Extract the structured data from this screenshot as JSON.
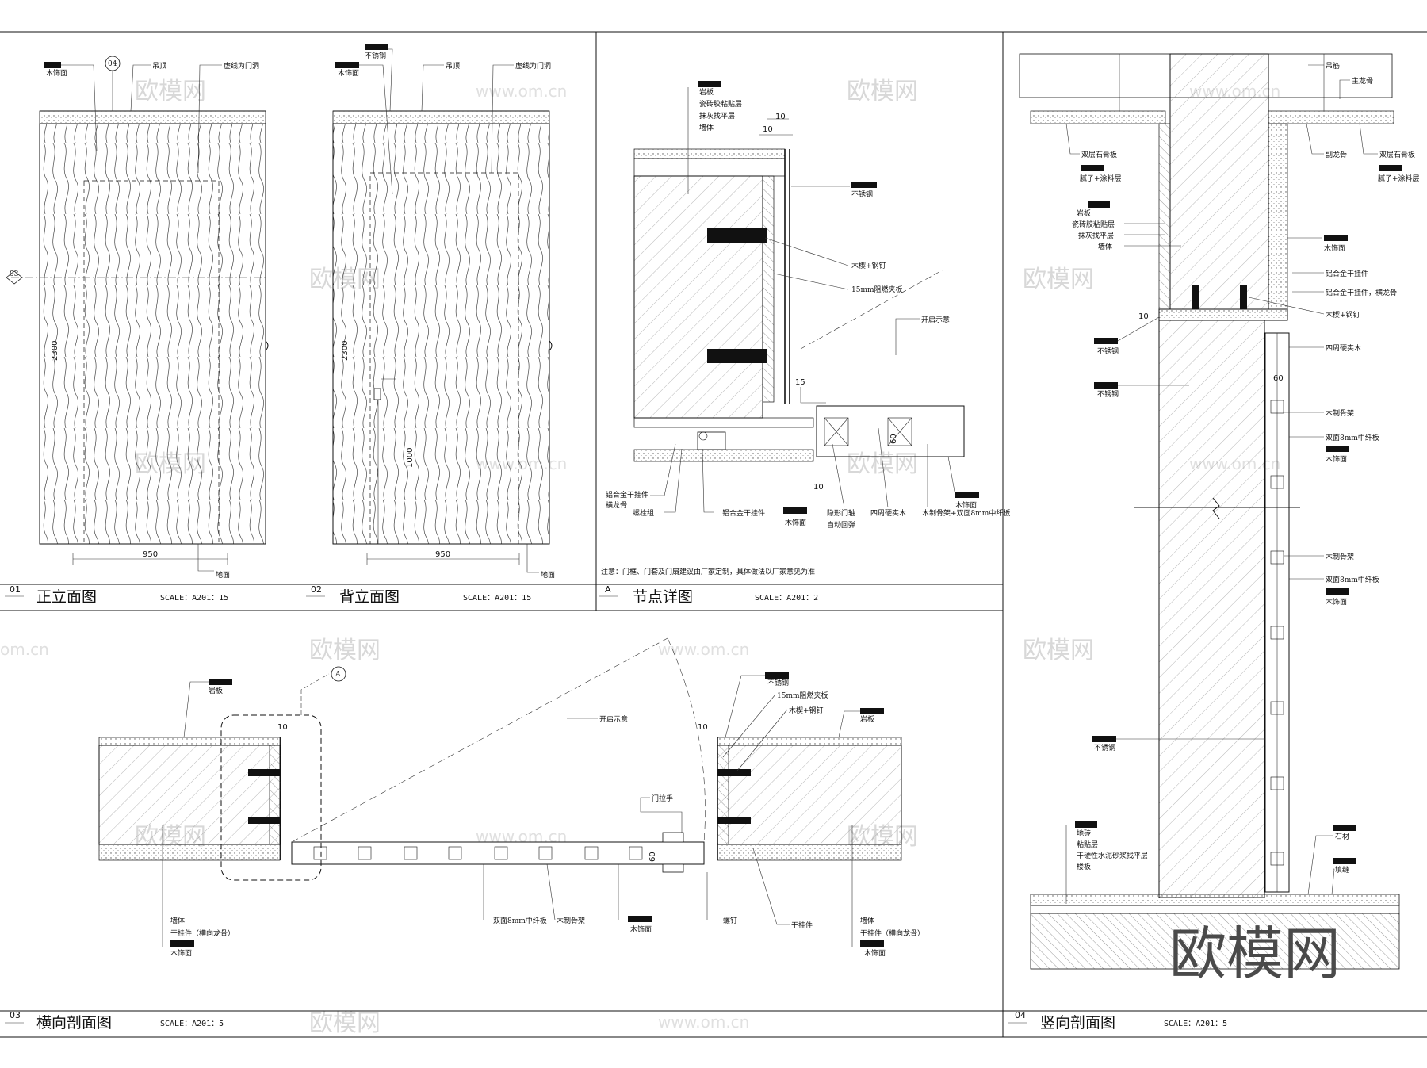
{
  "panels": {
    "p01": {
      "num": "01",
      "title": "正立面图",
      "scale": "SCALE：A201：15",
      "labels": {
        "wood": "木饰面",
        "ceiling": "吊顶",
        "dashed": "虚线为门洞",
        "floor": "地面"
      },
      "dims": {
        "width": "950",
        "height": "2300"
      },
      "refs": {
        "r04": "04",
        "r03": "03"
      }
    },
    "p02": {
      "num": "02",
      "title": "背立面图",
      "scale": "SCALE：A201：15",
      "labels": {
        "steel": "不锈钢",
        "wood": "木饰面",
        "ceiling": "吊顶",
        "dashed": "虚线为门洞",
        "floor": "地面"
      },
      "dims": {
        "width": "950",
        "height": "2300",
        "handle": "1000"
      }
    },
    "pA": {
      "num": "A",
      "title": "节点详图",
      "scale": "SCALE：A201：2",
      "labels": {
        "rock": "岩板",
        "glue": "瓷砖胶粘贴层",
        "plaster": "抹灰找平层",
        "wall": "墙体",
        "steel": "不锈钢",
        "wedge": "木楔+钢钉",
        "board": "15mm阻燃夹板",
        "open": "开启示意",
        "alu1": "铝合金干挂件",
        "keel": "横龙骨",
        "bolt": "螺栓组",
        "alu2": "铝合金干挂件",
        "wood": "木饰面",
        "pivot": "隐形门轴",
        "pivot2": "自动回弹",
        "solid": "四周硬实木",
        "frame": "木制骨架+双面8mm中纤板",
        "wood2": "木饰面"
      },
      "dims": {
        "d10a": "10",
        "d10b": "10",
        "d15": "15",
        "d10c": "10",
        "d60": "60"
      },
      "note": "注意：门框、门套及门扇建议由厂家定制，具体做法以厂家意见为准"
    },
    "p03": {
      "num": "03",
      "title": "横向剖面图",
      "scale": "SCALE：A201：5",
      "labels": {
        "rock": "岩板",
        "open": "开启示意",
        "steel": "不锈钢",
        "board": "15mm阻燃夹板",
        "wedge": "木楔+钢钉",
        "rock2": "岩板",
        "handle": "门拉手",
        "wall": "墙体",
        "hanger": "干挂件（横向龙骨）",
        "wood": "木饰面",
        "mdf": "双面8mm中纤板",
        "frame": "木制骨架",
        "wood2": "木饰面",
        "screw": "螺钉",
        "hanger2": "干挂件",
        "wall2": "墙体",
        "hanger3": "干挂件（横向龙骨）",
        "wood3": "木饰面",
        "refA": "A"
      },
      "dims": {
        "d10a": "10",
        "d10b": "10",
        "d60": "60"
      }
    },
    "p04": {
      "num": "04",
      "title": "竖向剖面图",
      "scale": "SCALE：A201：5",
      "labels": {
        "hang": "吊筋",
        "mainkeel": "主龙骨",
        "gyp": "双层石膏板",
        "putty": "腻子+涂料层",
        "subkeel": "副龙骨",
        "gyp2": "双层石膏板",
        "putty2": "腻子+涂料层",
        "rock": "岩板",
        "glue": "瓷砖胶粘贴层",
        "plaster": "抹灰找平层",
        "wall": "墙体",
        "wood": "木饰面",
        "alu1": "铝合金干挂件",
        "alu2": "铝合金干挂件，横龙骨",
        "wedge": "木楔+钢钉",
        "steel": "不锈钢",
        "solid": "四周硬实木",
        "steel2": "不锈钢",
        "frame": "木制骨架",
        "mdf": "双面8mm中纤板",
        "wood2": "木饰面",
        "frame2": "木制骨架",
        "mdf2": "双面8mm中纤板",
        "wood3": "木饰面",
        "steel3": "不锈钢",
        "tile": "地砖",
        "paste": "粘贴层",
        "mortar": "干硬性水泥砂浆找平层",
        "slab": "楼板",
        "stone": "石材",
        "grout": "填缝"
      },
      "dims": {
        "d10": "10",
        "d60": "60"
      }
    }
  },
  "watermark": {
    "brand": "欧模网",
    "url": "www.om.cn",
    "url_short": "om.cn"
  }
}
